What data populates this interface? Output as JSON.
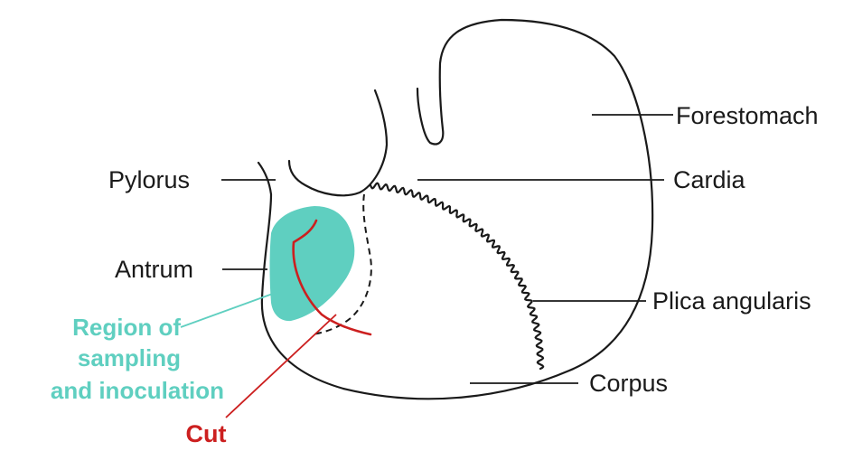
{
  "diagram": {
    "labels": {
      "forestomach": "Forestomach",
      "cardia": "Cardia",
      "pylorus": "Pylorus",
      "antrum": "Antrum",
      "plica_angularis": "Plica angularis",
      "corpus": "Corpus",
      "region_line1": "Region of",
      "region_line2": "sampling",
      "region_line3": "and inoculation",
      "cut": "Cut"
    },
    "colors": {
      "region": "#5fcfc0",
      "cut": "#cc1f1f",
      "outline": "#1a1a1a"
    }
  }
}
